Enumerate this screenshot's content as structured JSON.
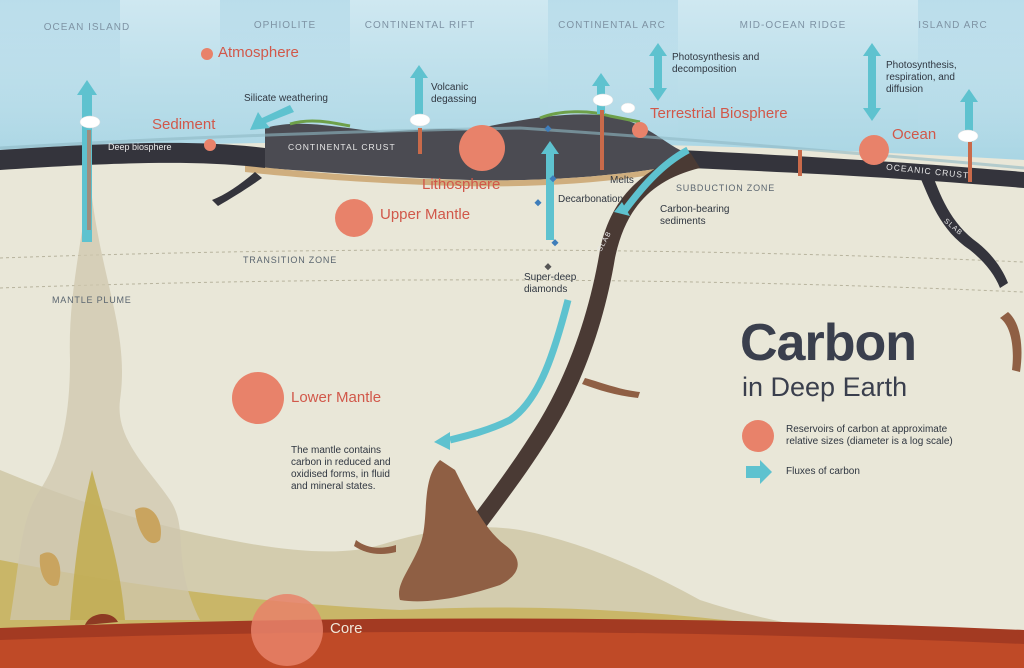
{
  "title": {
    "main": "Carbon",
    "sub": "in Deep Earth"
  },
  "tectonic_settings": [
    "OCEAN ISLAND",
    "OPHIOLITE",
    "CONTINENTAL RIFT",
    "CONTINENTAL ARC",
    "MID-OCEAN RIDGE",
    "ISLAND ARC"
  ],
  "reservoirs": {
    "atmosphere": "Atmosphere",
    "sediment": "Sediment",
    "terrestrial_biosphere": "Terrestrial Biosphere",
    "ocean": "Ocean",
    "lithosphere": "Lithosphere",
    "upper_mantle": "Upper Mantle",
    "lower_mantle": "Lower Mantle",
    "core": "Core"
  },
  "processes": {
    "silicate_weathering": "Silicate weathering",
    "volcanic_degassing": "Volcanic\ndegassing",
    "photosynthesis_decomposition": "Photosynthesis and\ndecomposition",
    "photosynthesis_respiration_diffusion": "Photosynthesis,\nrespiration, and\ndiffusion",
    "deep_biosphere": "Deep biosphere",
    "melts": "Melts",
    "decarbonation": "Decarbonation",
    "carbon_bearing_sediments": "Carbon-bearing\nsediments",
    "super_deep_diamonds": "Super-deep\ndiamonds"
  },
  "zones": {
    "continental_crust": "CONTINENTAL CRUST",
    "oceanic_crust": "OCEANIC CRUST",
    "subduction_zone": "SUBDUCTION ZONE",
    "transition_zone": "TRANSITION ZONE",
    "mantle_plume": "MANTLE PLUME",
    "slab": "SLAB"
  },
  "mantle_note": "The mantle contains\ncarbon in reduced and\noxidised forms, in fluid\nand mineral states.",
  "legend": {
    "reservoirs": "Reservoirs of carbon at approximate\nrelative sizes (diameter is a log scale)",
    "fluxes": "Fluxes of carbon"
  },
  "colors": {
    "reservoir": "#e8826a",
    "flux": "#5ec2cf",
    "label_red": "#d1584a",
    "crust": "#3a3a42",
    "title": "#3a3f4d"
  }
}
